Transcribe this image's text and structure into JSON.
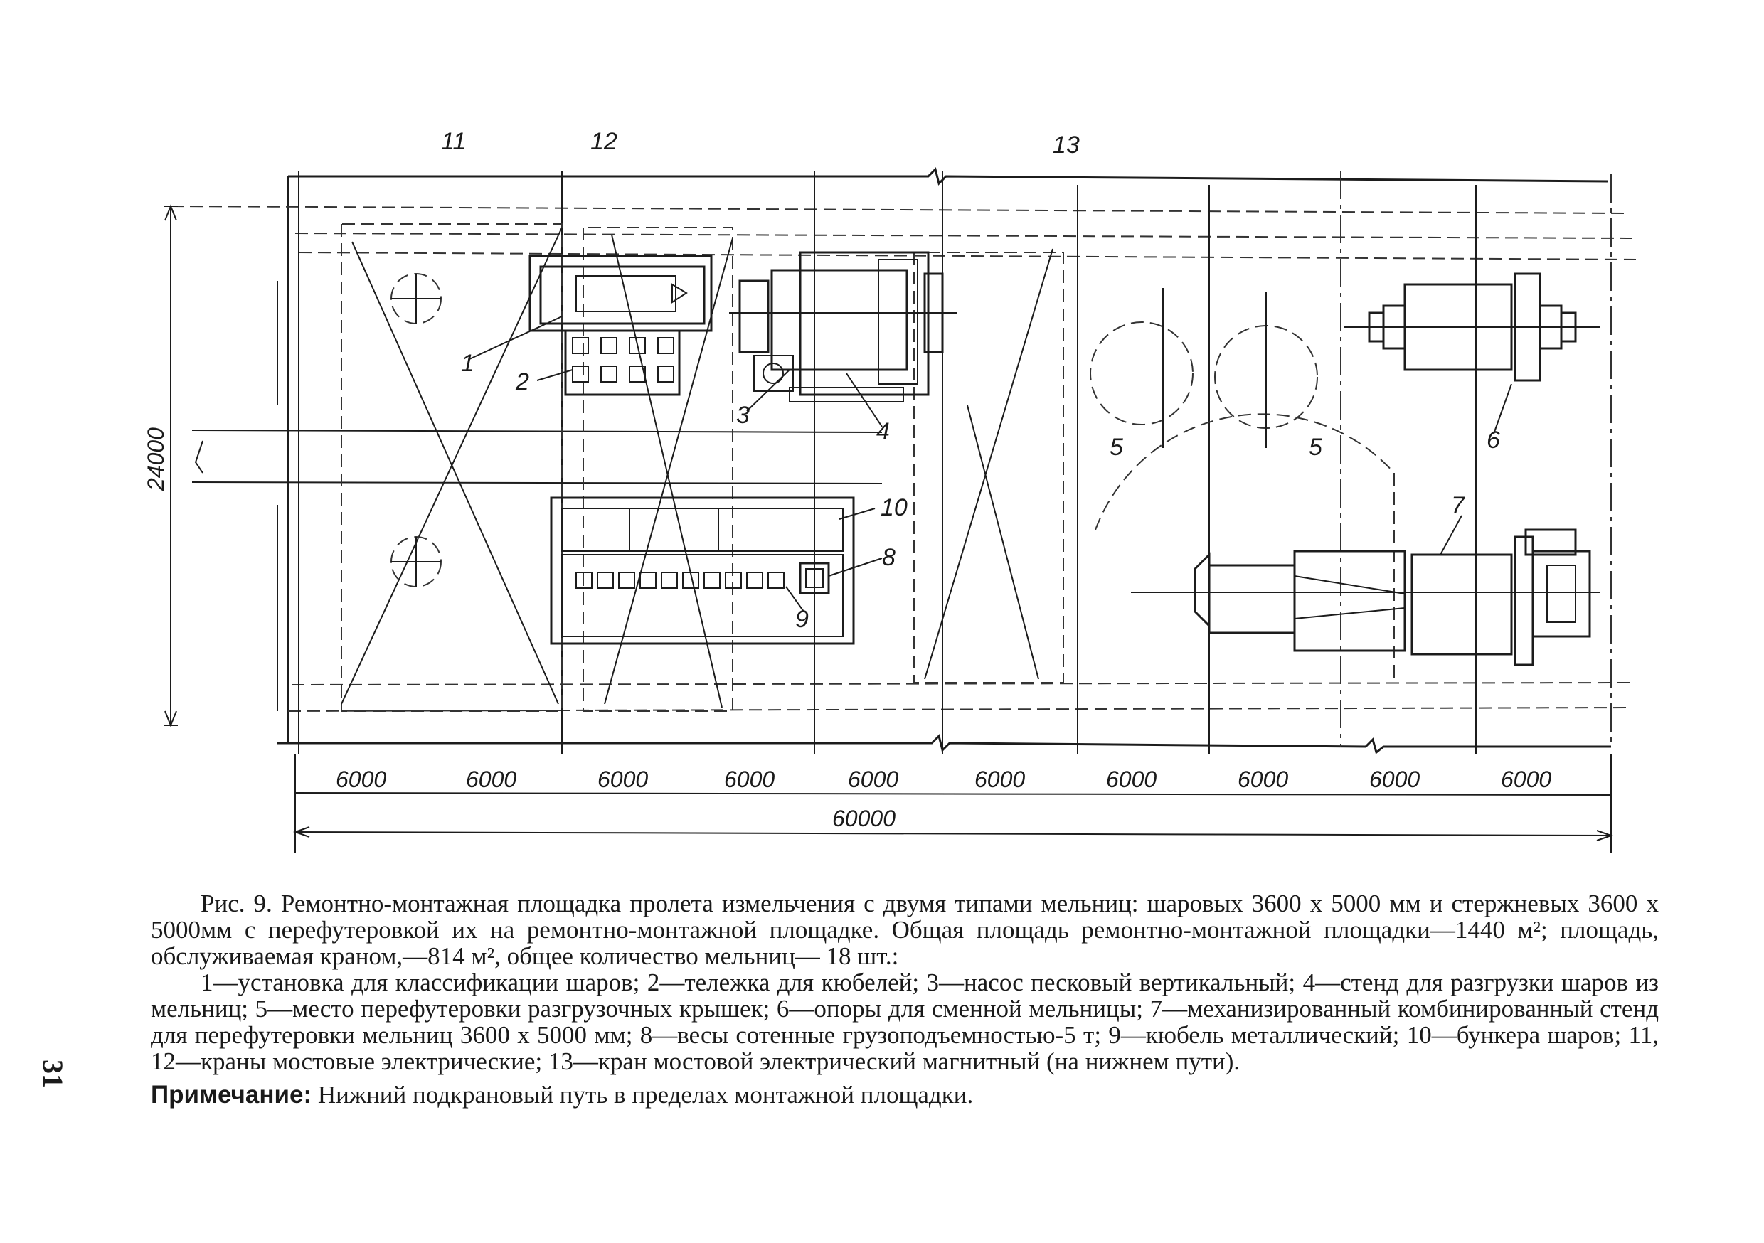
{
  "drawing": {
    "labels": {
      "l1": "1",
      "l2": "2",
      "l3": "3",
      "l4": "4",
      "l5a": "5",
      "l5b": "5",
      "l6": "6",
      "l7": "7",
      "l8": "8",
      "l9": "9",
      "l10": "10",
      "l11": "11",
      "l12": "12",
      "l13": "13"
    },
    "height_dimension": "24000",
    "bay_dimensions": [
      "6000",
      "6000",
      "6000",
      "6000",
      "6000",
      "6000",
      "6000",
      "6000",
      "6000",
      "6000"
    ],
    "total_dimension": "60000"
  },
  "caption": {
    "figure": "Рис. 9.",
    "title": "Ремонтно-монтажная площадка пролета измельчения с двумя типами мельниц: шаровых 3600 x 5000 мм и стержневых 3600 x 5000мм с перефутеровкой их на ремонтно-монтажной площадке. Общая площадь ремонтно-монтажной площадки—1440 м²; площадь, обслуживаемая краном,—814 м², общее количество мельниц— 18 шт.:",
    "legend": "1—установка для классификации шаров; 2—тележка для кюбелей; 3—насос песковый вертикальный; 4—стенд для разгрузки шаров из мельниц; 5—место перефутеровки разгрузочных крышек; 6—опоры для сменной мельницы; 7—механизированный комбинированный стенд для перефутеровки мельниц 3600 x 5000 мм; 8—весы сотенные грузоподъемностью-5 т; 9—кюбель металлический; 10—бункера шаров; 11, 12—краны мостовые электрические; 13—кран мостовой электрический магнитный (на нижнем пути).",
    "note_label": "Примечание:",
    "note_text": "Нижний подкрановый путь в пределах монтажной площадки."
  },
  "page_number": "31"
}
